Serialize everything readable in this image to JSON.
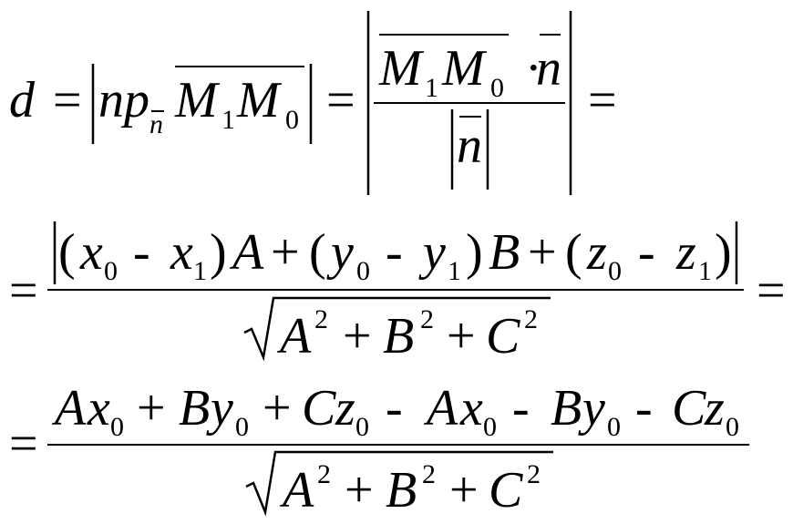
{
  "line1": {
    "d": "d",
    "eq1": "=",
    "np": "np",
    "n_sub": "n",
    "M": "M",
    "sub1": "1",
    "sub0": "0",
    "eq2": "=",
    "dot": "·",
    "n": "n",
    "eq3": "="
  },
  "line2": {
    "eq_left": "=",
    "eq_right": "=",
    "numerator": {
      "lp1": "(",
      "x0": "x",
      "sub0": "0",
      "minus1": "-",
      "x1": "x",
      "sub1": "1",
      "rp1": ")",
      "A": "A",
      "plus1": "+",
      "lp2": "(",
      "y0": "y",
      "y0sub": "0",
      "minus2": "-",
      "y1": "y",
      "y1sub": "1",
      "rp2": ")",
      "B": "B",
      "plus2": "+",
      "lp3": "(",
      "z0": "z",
      "z0sub": "0",
      "minus3": "-",
      "z1": "z",
      "z1sub": "1",
      "rp3": ")"
    },
    "denominator": {
      "A": "A",
      "Asup": "2",
      "plus1": "+",
      "B": "B",
      "Bsup": "2",
      "plus2": "+",
      "C": "C",
      "Csup": "2"
    }
  },
  "line3": {
    "eq_left": "=",
    "numerator": {
      "A1": "A",
      "x1": "x",
      "x1sub": "0",
      "plus1": "+",
      "B1": "B",
      "y1": "y",
      "y1sub": "0",
      "plus2": "+",
      "C1": "C",
      "z1": "z",
      "z1sub": "0",
      "minus1": "-",
      "A2": "A",
      "x2": "x",
      "x2sub": "0",
      "minus2": "-",
      "B2": "B",
      "y2": "y",
      "y2sub": "0",
      "minus3": "-",
      "C2": "C",
      "z2": "z",
      "z2sub": "0"
    },
    "denominator": {
      "A": "A",
      "Asup": "2",
      "plus1": "+",
      "B": "B",
      "Bsup": "2",
      "plus2": "+",
      "C": "C",
      "Csup": "2"
    }
  }
}
